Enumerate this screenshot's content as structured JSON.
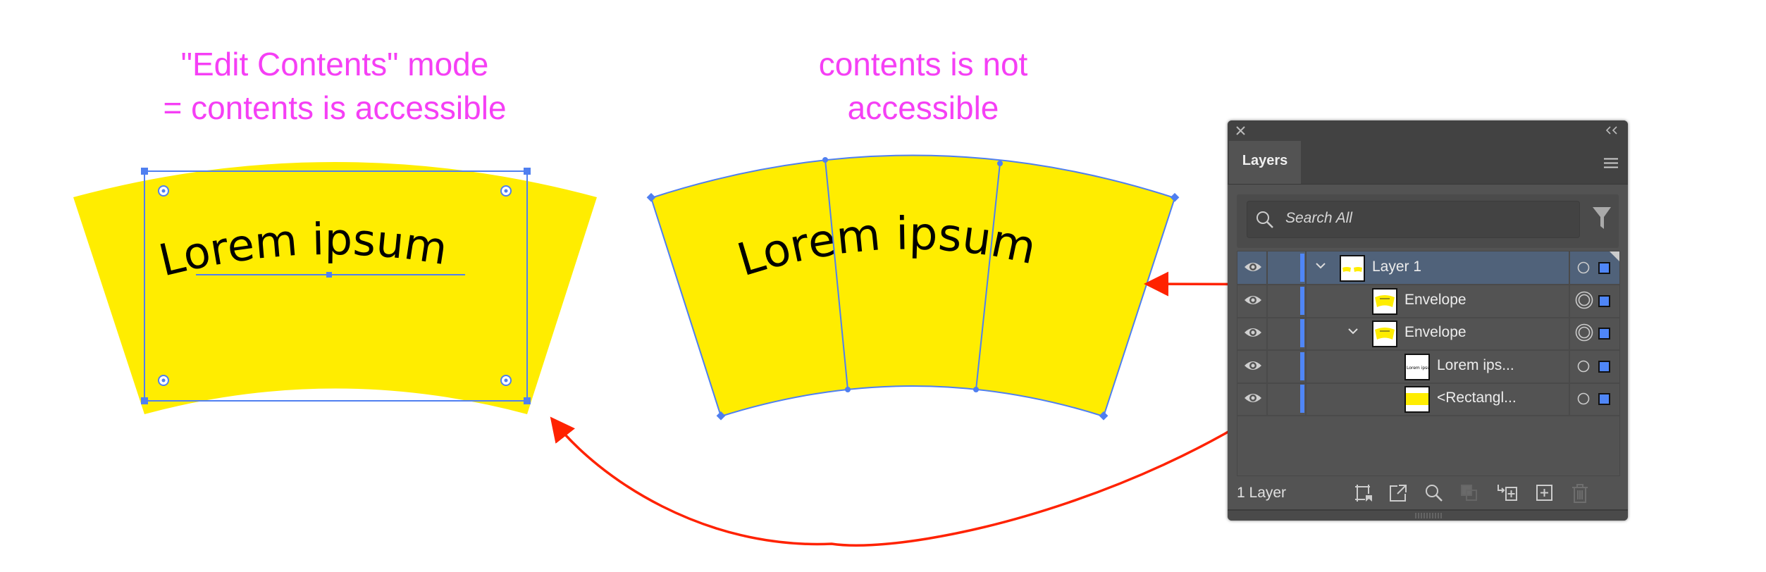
{
  "annotations": {
    "left_caption_line1": "\"Edit Contents\" mode",
    "left_caption_line2": "= contents is accessible",
    "right_caption_line1": "contents is not",
    "right_caption_line2": "accessible",
    "caption_color": "#f53ff5",
    "arrow_color": "#ff2200"
  },
  "artwork": {
    "left_text": "Lorem ipsum",
    "right_text": "Lorem ipsum",
    "fill_color": "#ffed00",
    "selection_color": "#4f7ff0"
  },
  "layers_panel": {
    "tab_label": "Layers",
    "search_placeholder": "Search All",
    "rows": [
      {
        "label": "Layer 1",
        "selected": true,
        "expanded": true,
        "target": "single"
      },
      {
        "label": "Envelope",
        "selected": false,
        "expanded": false,
        "target": "double"
      },
      {
        "label": "Envelope",
        "selected": false,
        "expanded": true,
        "target": "double"
      },
      {
        "label": "Lorem ips...",
        "selected": false,
        "target": "single"
      },
      {
        "label": "<Rectangl...",
        "selected": false,
        "target": "single"
      }
    ],
    "footer_count": "1 Layer",
    "footer_icons": [
      "collect-for-export-icon",
      "export-selection-icon",
      "locate-object-icon",
      "make-clipping-mask-icon",
      "create-sublayer-icon",
      "new-layer-icon",
      "delete-icon"
    ]
  }
}
